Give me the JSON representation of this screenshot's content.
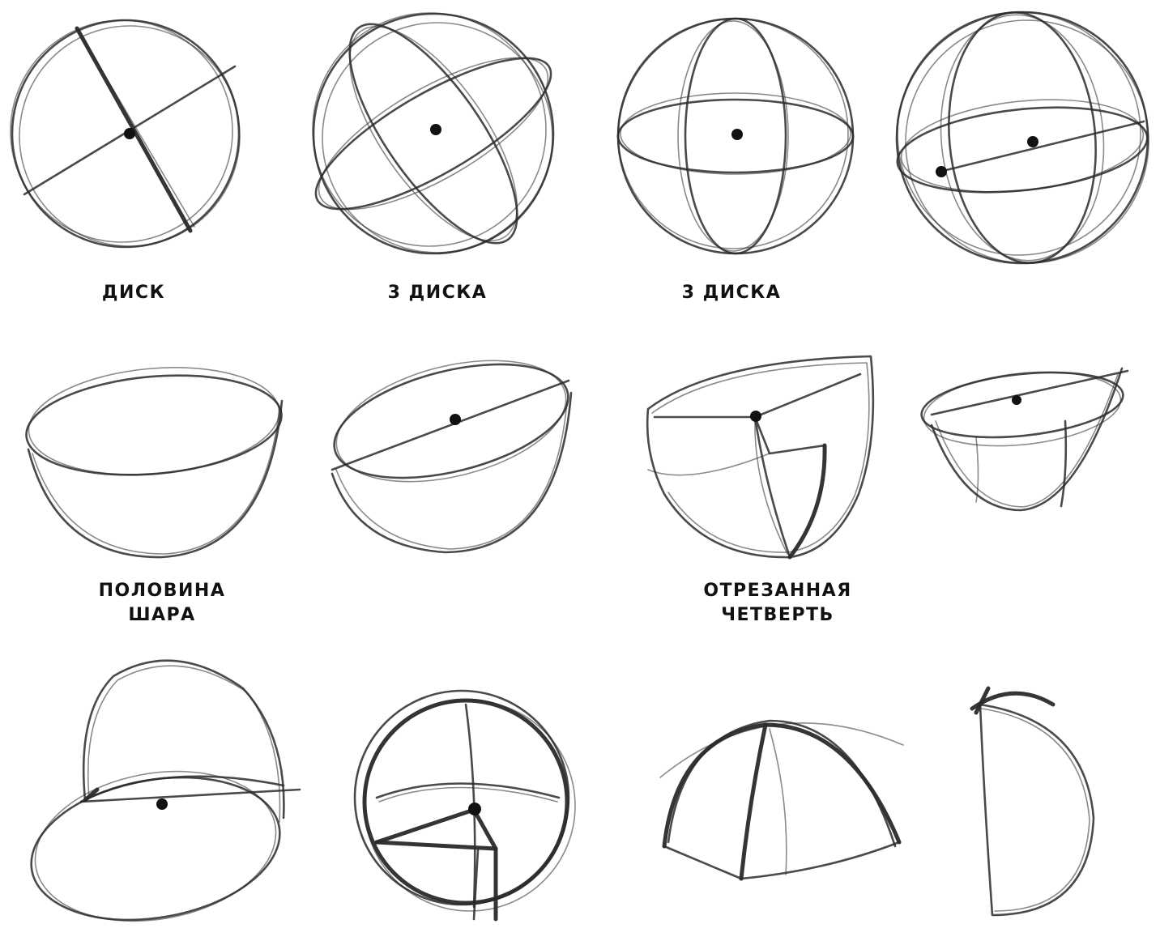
{
  "captions": {
    "disk": "ДИСК",
    "three_disks_a": "3 ДИСКА",
    "three_disks_b": "3 ДИСКА",
    "half_sphere_line1": "ПОЛОВИНА",
    "half_sphere_line2": "ШАРА",
    "cut_quarter_line1": "ОТРЕЗАННАЯ",
    "cut_quarter_line2": "ЧЕТВЕРТЬ"
  },
  "colors": {
    "ink": "#2a2a2a",
    "paper": "#ffffff"
  }
}
